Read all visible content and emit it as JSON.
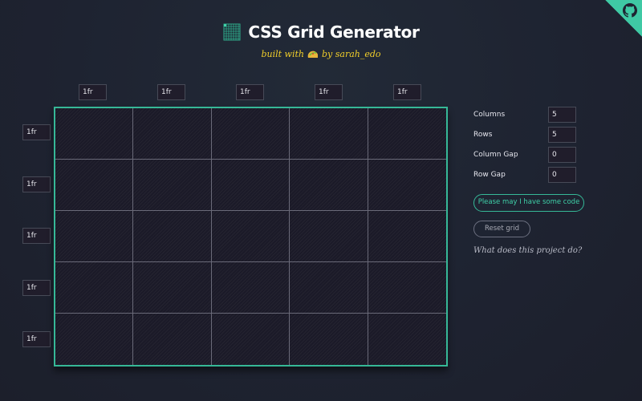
{
  "header": {
    "title": "CSS Grid Generator",
    "byline_prefix": "built with",
    "byline_icon": "taco-icon",
    "byline_suffix": "by sarah_edo"
  },
  "corner": {
    "icon": "github-octocat-icon",
    "color": "#3fc9a4"
  },
  "columns": [
    {
      "size": "1fr"
    },
    {
      "size": "1fr"
    },
    {
      "size": "1fr"
    },
    {
      "size": "1fr"
    },
    {
      "size": "1fr"
    }
  ],
  "rows": [
    {
      "size": "1fr"
    },
    {
      "size": "1fr"
    },
    {
      "size": "1fr"
    },
    {
      "size": "1fr"
    },
    {
      "size": "1fr"
    }
  ],
  "controls": {
    "columns": {
      "label": "Columns",
      "value": "5"
    },
    "rows": {
      "label": "Rows",
      "value": "5"
    },
    "column_gap": {
      "label": "Column Gap",
      "value": "0"
    },
    "row_gap": {
      "label": "Row Gap",
      "value": "0"
    }
  },
  "buttons": {
    "code": "Please may I have some code",
    "reset": "Reset grid"
  },
  "about_link": "What does this project do?",
  "colors": {
    "accent": "#36b897",
    "byline": "#f2cf2a",
    "background": "#1e2331"
  }
}
